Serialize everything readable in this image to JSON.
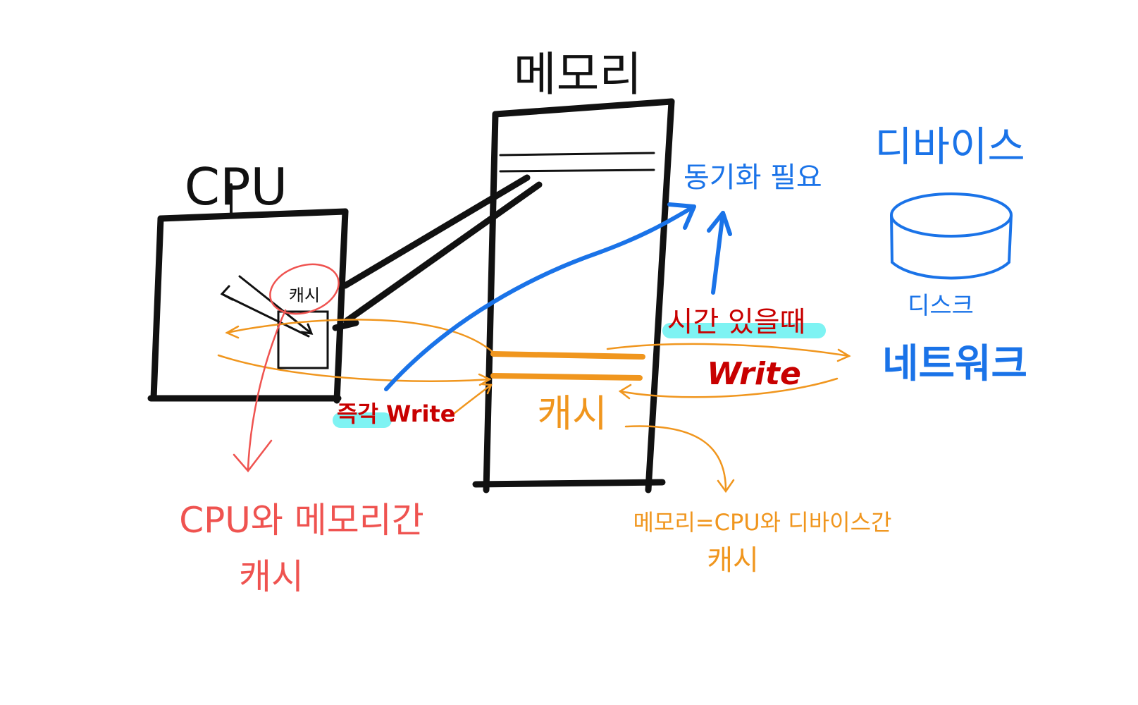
{
  "labels": {
    "memory_title": "메모리",
    "cpu_title": "CPU",
    "cpu_cache": "캐시",
    "sync_needed": "동기화 필요",
    "device_title": "디바이스",
    "disk": "디스크",
    "network": "네트워크",
    "when_free": "시간 있을때",
    "write_right": "Write",
    "immediate_write": "즉각 Write",
    "memory_cache": "캐시",
    "cpu_mem_cache_line1": "CPU와 메모리간",
    "cpu_mem_cache_line2": "캐시",
    "mem_dev_cache_line1": "메모리=CPU와 디바이스간",
    "mem_dev_cache_line2": "캐시"
  },
  "colors": {
    "ink": "#111111",
    "blue": "#1a73e8",
    "orange": "#f0961e",
    "red": "#ef5350",
    "dark_red": "#c80000",
    "highlight": "#7ef3f3"
  }
}
